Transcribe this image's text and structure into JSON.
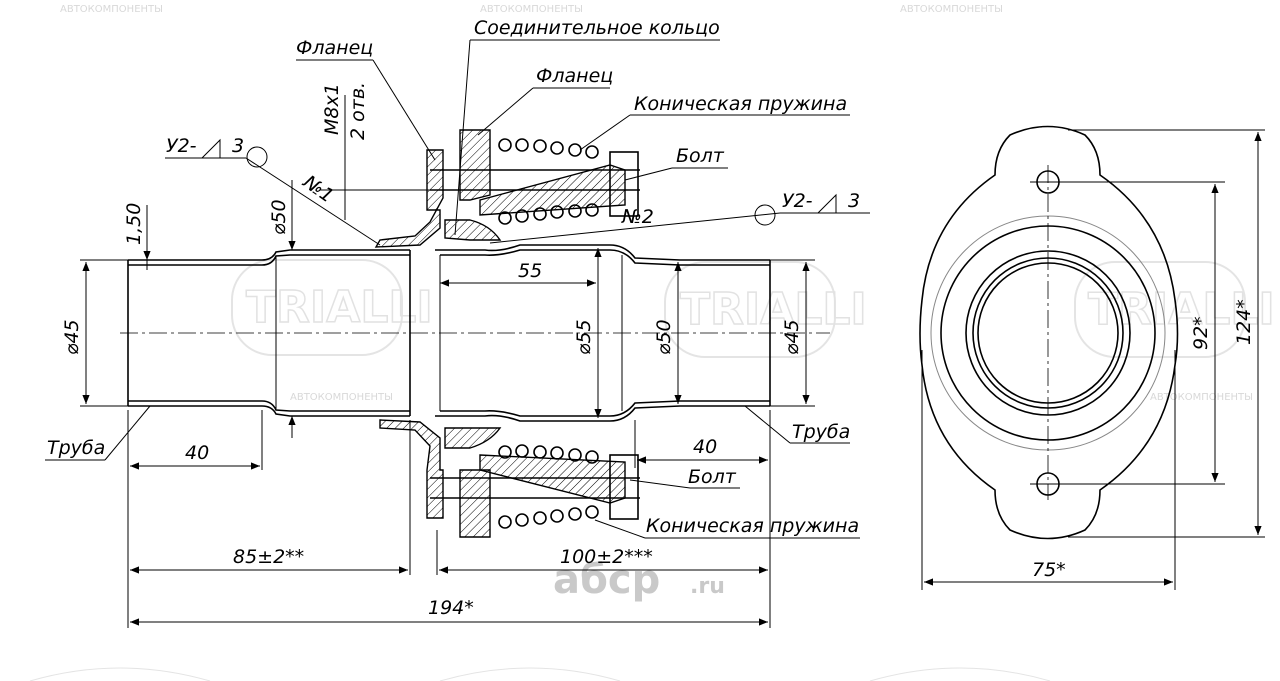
{
  "labels": {
    "connecting_ring": "Соединительное кольцо",
    "flange_left": "Фланец",
    "flange_right": "Фланец",
    "conical_spring_top": "Коническая пружина",
    "bolt_top": "Болт",
    "bolt_bottom": "Болт",
    "conical_spring_bottom": "Коническая пружина",
    "pipe_left": "Труба",
    "pipe_right": "Труба",
    "thread": "M8x1",
    "holes": "2 отв.",
    "weld_left": "У2-",
    "weld_left_size": "3",
    "weld_right": "У2-",
    "weld_right_size": "3",
    "no1": "№1",
    "no2": "№2"
  },
  "dimensions": {
    "wall": "1,50",
    "d50_left": "⌀50",
    "d45_left": "⌀45",
    "len_40_left": "40",
    "len_55": "55",
    "d55": "⌀55",
    "d50_right": "⌀50",
    "d45_right": "⌀45",
    "len_40_right": "40",
    "len_85": "85±2**",
    "len_100": "100±2***",
    "len_194": "194*",
    "holes_92": "92*",
    "height_124": "124*",
    "width_75": "75*"
  },
  "watermarks": {
    "brand": "TRIALLI",
    "sub": "АВТОКОМПОНЕНТЫ",
    "sub2": "АВТОКОМПОНЕНТЫ",
    "abcp": "aбcp",
    "abcp_ru": ".ru"
  }
}
